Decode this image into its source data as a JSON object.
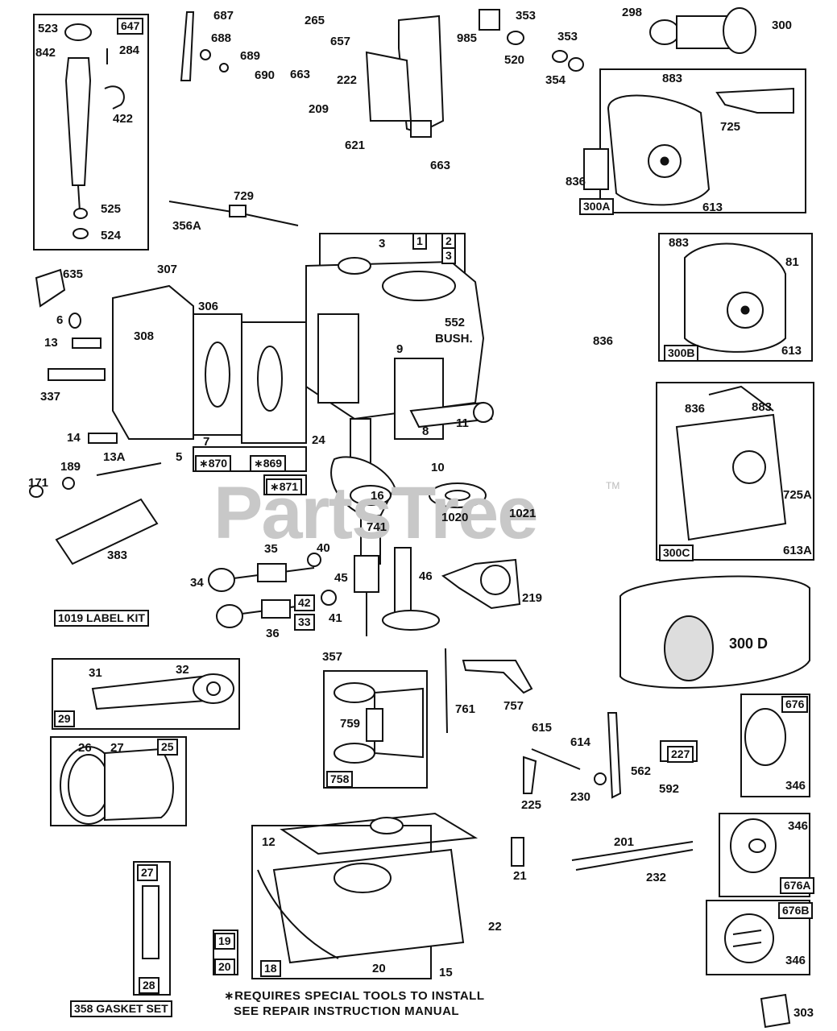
{
  "watermark": {
    "text": "PartsTree",
    "tm": "TM"
  },
  "labels": {
    "l523": "523",
    "l647": "647",
    "l842": "842",
    "l284": "284",
    "l422": "422",
    "l525": "525",
    "l524": "524",
    "l687": "687",
    "l688": "688",
    "l689": "689",
    "l690": "690",
    "l265": "265",
    "l657": "657",
    "l663a": "663",
    "l222": "222",
    "l209": "209",
    "l621": "621",
    "l663b": "663",
    "l985": "985",
    "l353a": "353",
    "l520": "520",
    "l353b": "353",
    "l354": "354",
    "l298": "298",
    "l300": "300",
    "l883a": "883",
    "l725": "725",
    "l836a": "836",
    "l300A": "300A",
    "l613a": "613",
    "l729": "729",
    "l356A": "356A",
    "l3": "3",
    "l1": "1",
    "l2": "2",
    "l3b": "3",
    "l552": "552",
    "lBUSH": "BUSH.",
    "l635": "635",
    "l307": "307",
    "l306": "306",
    "l6": "6",
    "l308": "308",
    "l13": "13",
    "l337": "337",
    "l9": "9",
    "l8": "8",
    "l11": "11",
    "l14": "14",
    "l7": "7",
    "l5": "5",
    "l24": "24",
    "l870": "∗870",
    "l869": "∗869",
    "l871": "∗871",
    "l13A": "13A",
    "l171": "171",
    "l189": "189",
    "l10": "10",
    "l16": "16",
    "l1020": "1020",
    "l1021": "1021",
    "l883b": "883",
    "l81": "81",
    "l836b": "836",
    "l300B": "300B",
    "l613b": "613",
    "l836c": "836",
    "l883c": "883",
    "l725A": "725A",
    "l613A": "613A",
    "l300C": "300C",
    "l383": "383",
    "l741": "741",
    "l35": "35",
    "l40": "40",
    "l34": "34",
    "l45": "45",
    "l46": "46",
    "l219": "219",
    "l1019": "1019 LABEL KIT",
    "l36": "36",
    "l42": "42",
    "l33": "33",
    "l41": "41",
    "l357": "357",
    "l300D": "300 D",
    "l31": "31",
    "l32": "32",
    "l29": "29",
    "l761": "761",
    "l757": "757",
    "l759": "759",
    "l758": "758",
    "l676": "676",
    "l346a": "346",
    "l26": "26",
    "l27a": "27",
    "l25": "25",
    "l615": "615",
    "l614": "614",
    "l227": "227",
    "l562": "562",
    "l592": "592",
    "l225": "225",
    "l230": "230",
    "l12": "12",
    "l21": "21",
    "l201": "201",
    "l232": "232",
    "l346b": "346",
    "l676A": "676A",
    "l27b": "27",
    "l22": "22",
    "l676B": "676B",
    "l346c": "346",
    "l19": "19",
    "l20a": "20",
    "l18": "18",
    "l20b": "20",
    "l15": "15",
    "l28": "28",
    "l358": "358 GASKET SET",
    "l303": "303"
  },
  "notes": {
    "line1": "∗REQUIRES SPECIAL TOOLS TO INSTALL",
    "line2": "SEE REPAIR INSTRUCTION MANUAL"
  }
}
